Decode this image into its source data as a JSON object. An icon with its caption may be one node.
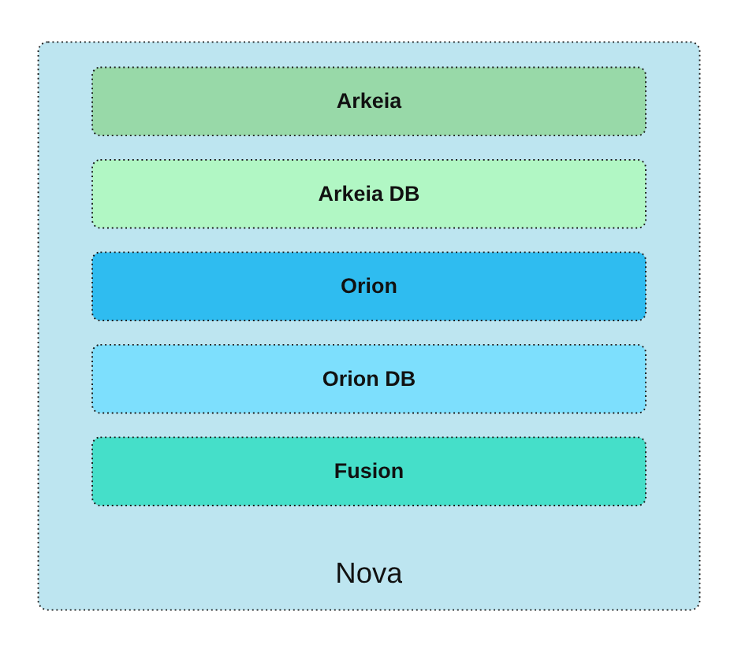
{
  "diagram": {
    "nodes": [
      {
        "text": [
          "Nova"
        ]
      },
      {
        "text": [
          "Arkeia"
        ],
        "in": 0
      },
      {
        "text": [
          "Arkeia DB"
        ],
        "in": 0
      },
      {
        "text": [
          "Orion"
        ],
        "in": 0
      },
      {
        "text": [
          "Orion DB"
        ],
        "in": 0
      },
      {
        "text": [
          "Fusion"
        ],
        "in": 0
      }
    ]
  }
}
